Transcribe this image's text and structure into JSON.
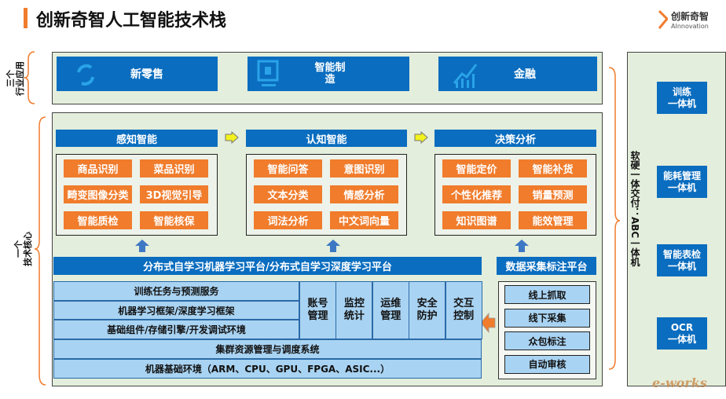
{
  "title": "创新奇智人工智能技术栈",
  "logo": {
    "name": "创新奇智",
    "sub": "AInnovation"
  },
  "labels": {
    "industry": [
      "三个",
      "行业应用"
    ],
    "core": [
      "一个",
      "技术核心"
    ],
    "delivery": "软硬一体交付：ABC一体机"
  },
  "industries": [
    {
      "label": "新零售",
      "icon": "recycle-icon"
    },
    {
      "label": "智能制造",
      "icon": "monitor-icon"
    },
    {
      "label": "金融",
      "icon": "growth-chart-icon"
    }
  ],
  "columns": [
    {
      "title": "感知智能",
      "items": [
        "商品识别",
        "菜品识别",
        "畸变图像分类",
        "3D视觉引导",
        "智能质检",
        "智能核保"
      ]
    },
    {
      "title": "认知智能",
      "items": [
        "智能问答",
        "意图识别",
        "文本分类",
        "情感分析",
        "词法分析",
        "中文词向量"
      ]
    },
    {
      "title": "决策分析",
      "items": [
        "智能定价",
        "智能补货",
        "个性化推荐",
        "销量预测",
        "知识图谱",
        "能效管理"
      ]
    }
  ],
  "platform": "分布式自学习机器学习平台/分布式自学习深度学习平台",
  "stack": {
    "rows": [
      "训练任务与预测服务",
      "机器学习框架/深度学习框架",
      "基础组件/存储引擎/开发调试环境"
    ],
    "cols": [
      "账号管理",
      "监控统计",
      "运维管理",
      "安全防护",
      "交互控制"
    ],
    "cluster": "集群资源管理与调度系统",
    "env": "机器基础环境（ARM、CPU、GPU、FPGA、ASIC...）"
  },
  "data_platform": {
    "title": "数据采集标注平台",
    "items": [
      "线上抓取",
      "线下采集",
      "众包标注",
      "自动审核"
    ]
  },
  "machines": [
    "训练\n一体机",
    "能耗管理\n一体机",
    "智能表检\n一体机",
    "OCR\n一体机"
  ],
  "watermark": "e-works"
}
